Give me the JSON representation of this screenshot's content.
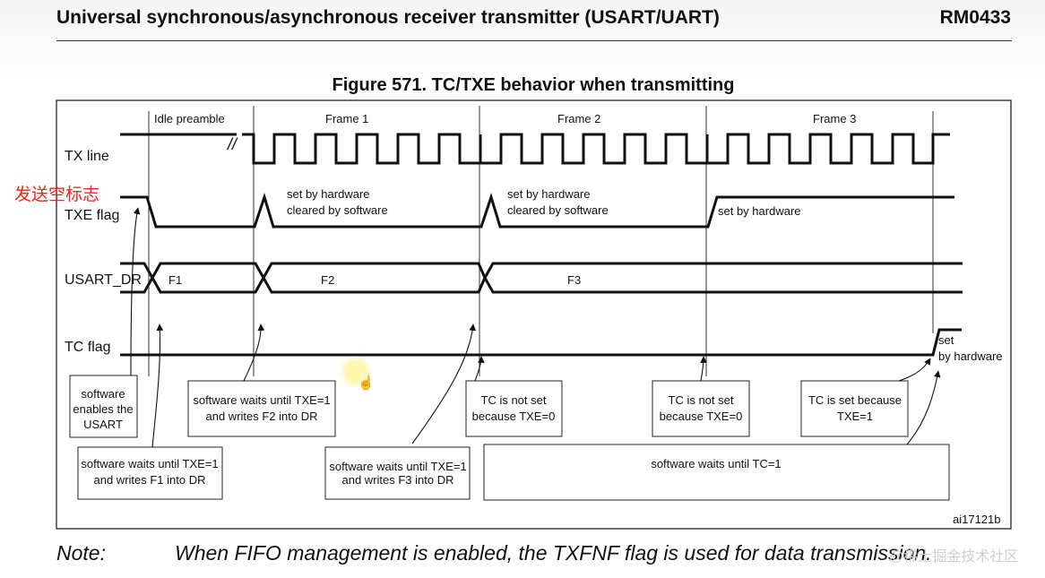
{
  "header": {
    "title": "Universal synchronous/asynchronous receiver transmitter (USART/UART)",
    "doc_code": "RM0433"
  },
  "figure": {
    "title": "Figure 571. TC/TXE behavior when transmitting",
    "id_tag": "ai17121b",
    "phases": {
      "idle": "Idle preamble",
      "frame1": "Frame 1",
      "frame2": "Frame 2",
      "frame3": "Frame 3",
      "break_mark": "//"
    },
    "signals": {
      "tx_line": "TX line",
      "txe_flag": "TXE flag",
      "usart_dr": "USART_DR",
      "tc_flag": "TC flag"
    },
    "annotations": {
      "txe1_l1": "set by hardware",
      "txe1_l2": "cleared by software",
      "txe2_l1": "set by hardware",
      "txe2_l2": "cleared by software",
      "txe3": "set by hardware",
      "tc_set_l1": "set",
      "tc_set_l2": "by hardware"
    },
    "dr_values": [
      "F1",
      "F2",
      "F3"
    ],
    "boxes": {
      "enable": [
        "software",
        "enables the",
        "USART"
      ],
      "wait_f1": [
        "software waits until TXE=1",
        "and writes F1 into DR"
      ],
      "wait_f2": [
        "software waits until TXE=1",
        "and writes F2 into DR"
      ],
      "wait_f3": [
        "software waits until TXE=1",
        "and writes F3 into DR"
      ],
      "tc_not1": [
        "TC is not set",
        "because TXE=0"
      ],
      "tc_not2": [
        "TC is not set",
        "because TXE=0"
      ],
      "tc_set": [
        "TC is  set because",
        "TXE=1"
      ],
      "wait_tc": [
        "software waits until TC=1"
      ]
    }
  },
  "note": {
    "label": "Note:",
    "text": "When FIFO management is enabled, the TXFNF flag is used for data transmission."
  },
  "overlay": {
    "chinese_label": "发送空标志",
    "watermark": "@稀土掘金技术社区"
  }
}
